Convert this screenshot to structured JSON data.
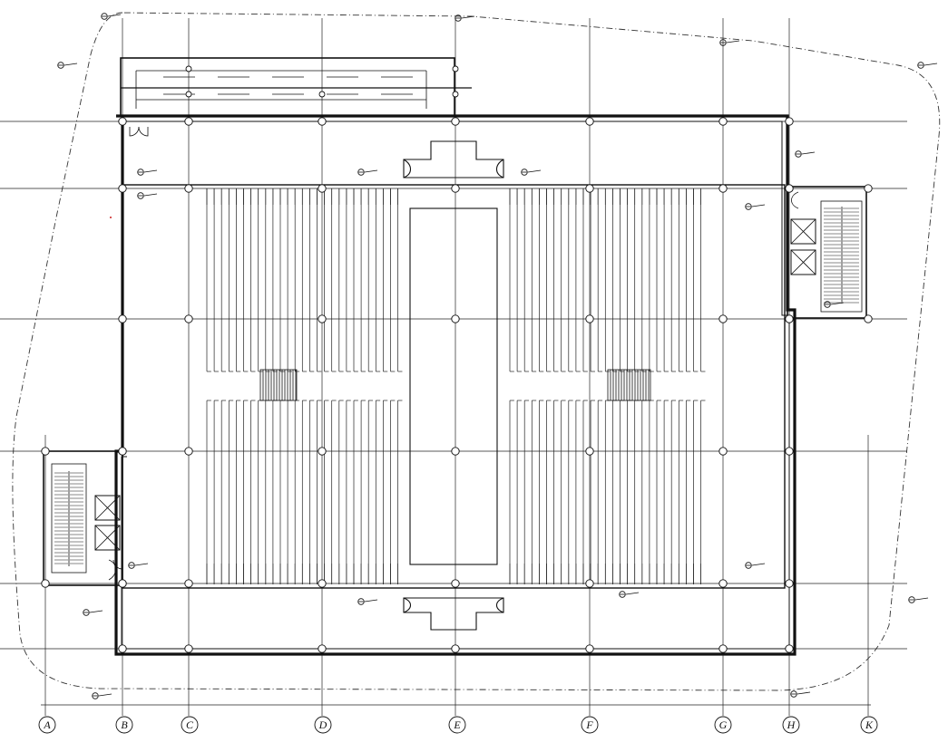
{
  "grid_labels": [
    "A",
    "B",
    "C",
    "D",
    "E",
    "F",
    "G",
    "H",
    "K"
  ],
  "colors": {
    "ink": "#111111",
    "paper": "#ffffff",
    "accent": "#cc2222"
  }
}
